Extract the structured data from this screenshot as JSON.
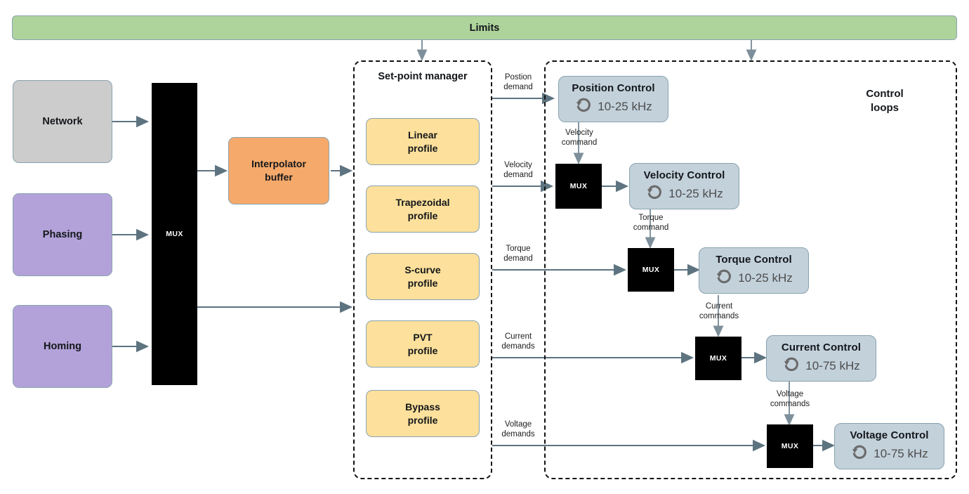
{
  "diagram": {
    "title": "Motion control architecture block diagram",
    "colors": {
      "limits_green": "#AED39B",
      "source_gray": "#CCCCCC",
      "source_purple": "#B3A2D9",
      "interpolator_orange": "#F5A96A",
      "profile_yellow": "#FCE09B",
      "control_blue": "#C3D1DB",
      "mux_black": "#000000",
      "wire_gray": "#5D7380"
    }
  },
  "limits": {
    "label": "Limits"
  },
  "sources": [
    {
      "label": "Network"
    },
    {
      "label": "Phasing"
    },
    {
      "label": "Homing"
    }
  ],
  "input_mux": {
    "label": "MUX"
  },
  "interpolator": {
    "label": "Interpolator\nbuffer",
    "line1": "Interpolator",
    "line2": "buffer"
  },
  "setpoint_manager": {
    "title": "Set-point manager",
    "profiles": [
      {
        "line1": "Linear",
        "line2": "profile"
      },
      {
        "line1": "Trapezoidal",
        "line2": "profile"
      },
      {
        "line1": "S-curve",
        "line2": "profile"
      },
      {
        "line1": "PVT",
        "line2": "profile"
      },
      {
        "line1": "Bypass",
        "line2": "profile"
      }
    ]
  },
  "control_loops": {
    "title_line1": "Control",
    "title_line2": "loops",
    "loops": [
      {
        "title": "Position Control",
        "rate": "10-25 kHz",
        "icon": "loop-arrow-icon"
      },
      {
        "title": "Velocity Control",
        "rate": "10-25 kHz",
        "icon": "loop-arrow-icon"
      },
      {
        "title": "Torque Control",
        "rate": "10-25 kHz",
        "icon": "loop-arrow-icon"
      },
      {
        "title": "Current Control",
        "rate": "10-75 kHz",
        "icon": "loop-arrow-icon"
      },
      {
        "title": "Voltage Control",
        "rate": "10-75 kHz",
        "icon": "loop-arrow-icon"
      }
    ],
    "muxes": [
      {
        "label": "MUX"
      },
      {
        "label": "MUX"
      },
      {
        "label": "MUX"
      },
      {
        "label": "MUX"
      }
    ]
  },
  "demand_labels": [
    {
      "line1": "Postion",
      "line2": "demand"
    },
    {
      "line1": "Velocity",
      "line2": "demand"
    },
    {
      "line1": "Torque",
      "line2": "demand"
    },
    {
      "line1": "Current",
      "line2": "demands"
    },
    {
      "line1": "Voltage",
      "line2": "demands"
    }
  ],
  "command_labels": [
    {
      "line1": "Velocity",
      "line2": "command"
    },
    {
      "line1": "Torque",
      "line2": "command"
    },
    {
      "line1": "Current",
      "line2": "commands"
    },
    {
      "line1": "Voltage",
      "line2": "commands"
    }
  ]
}
